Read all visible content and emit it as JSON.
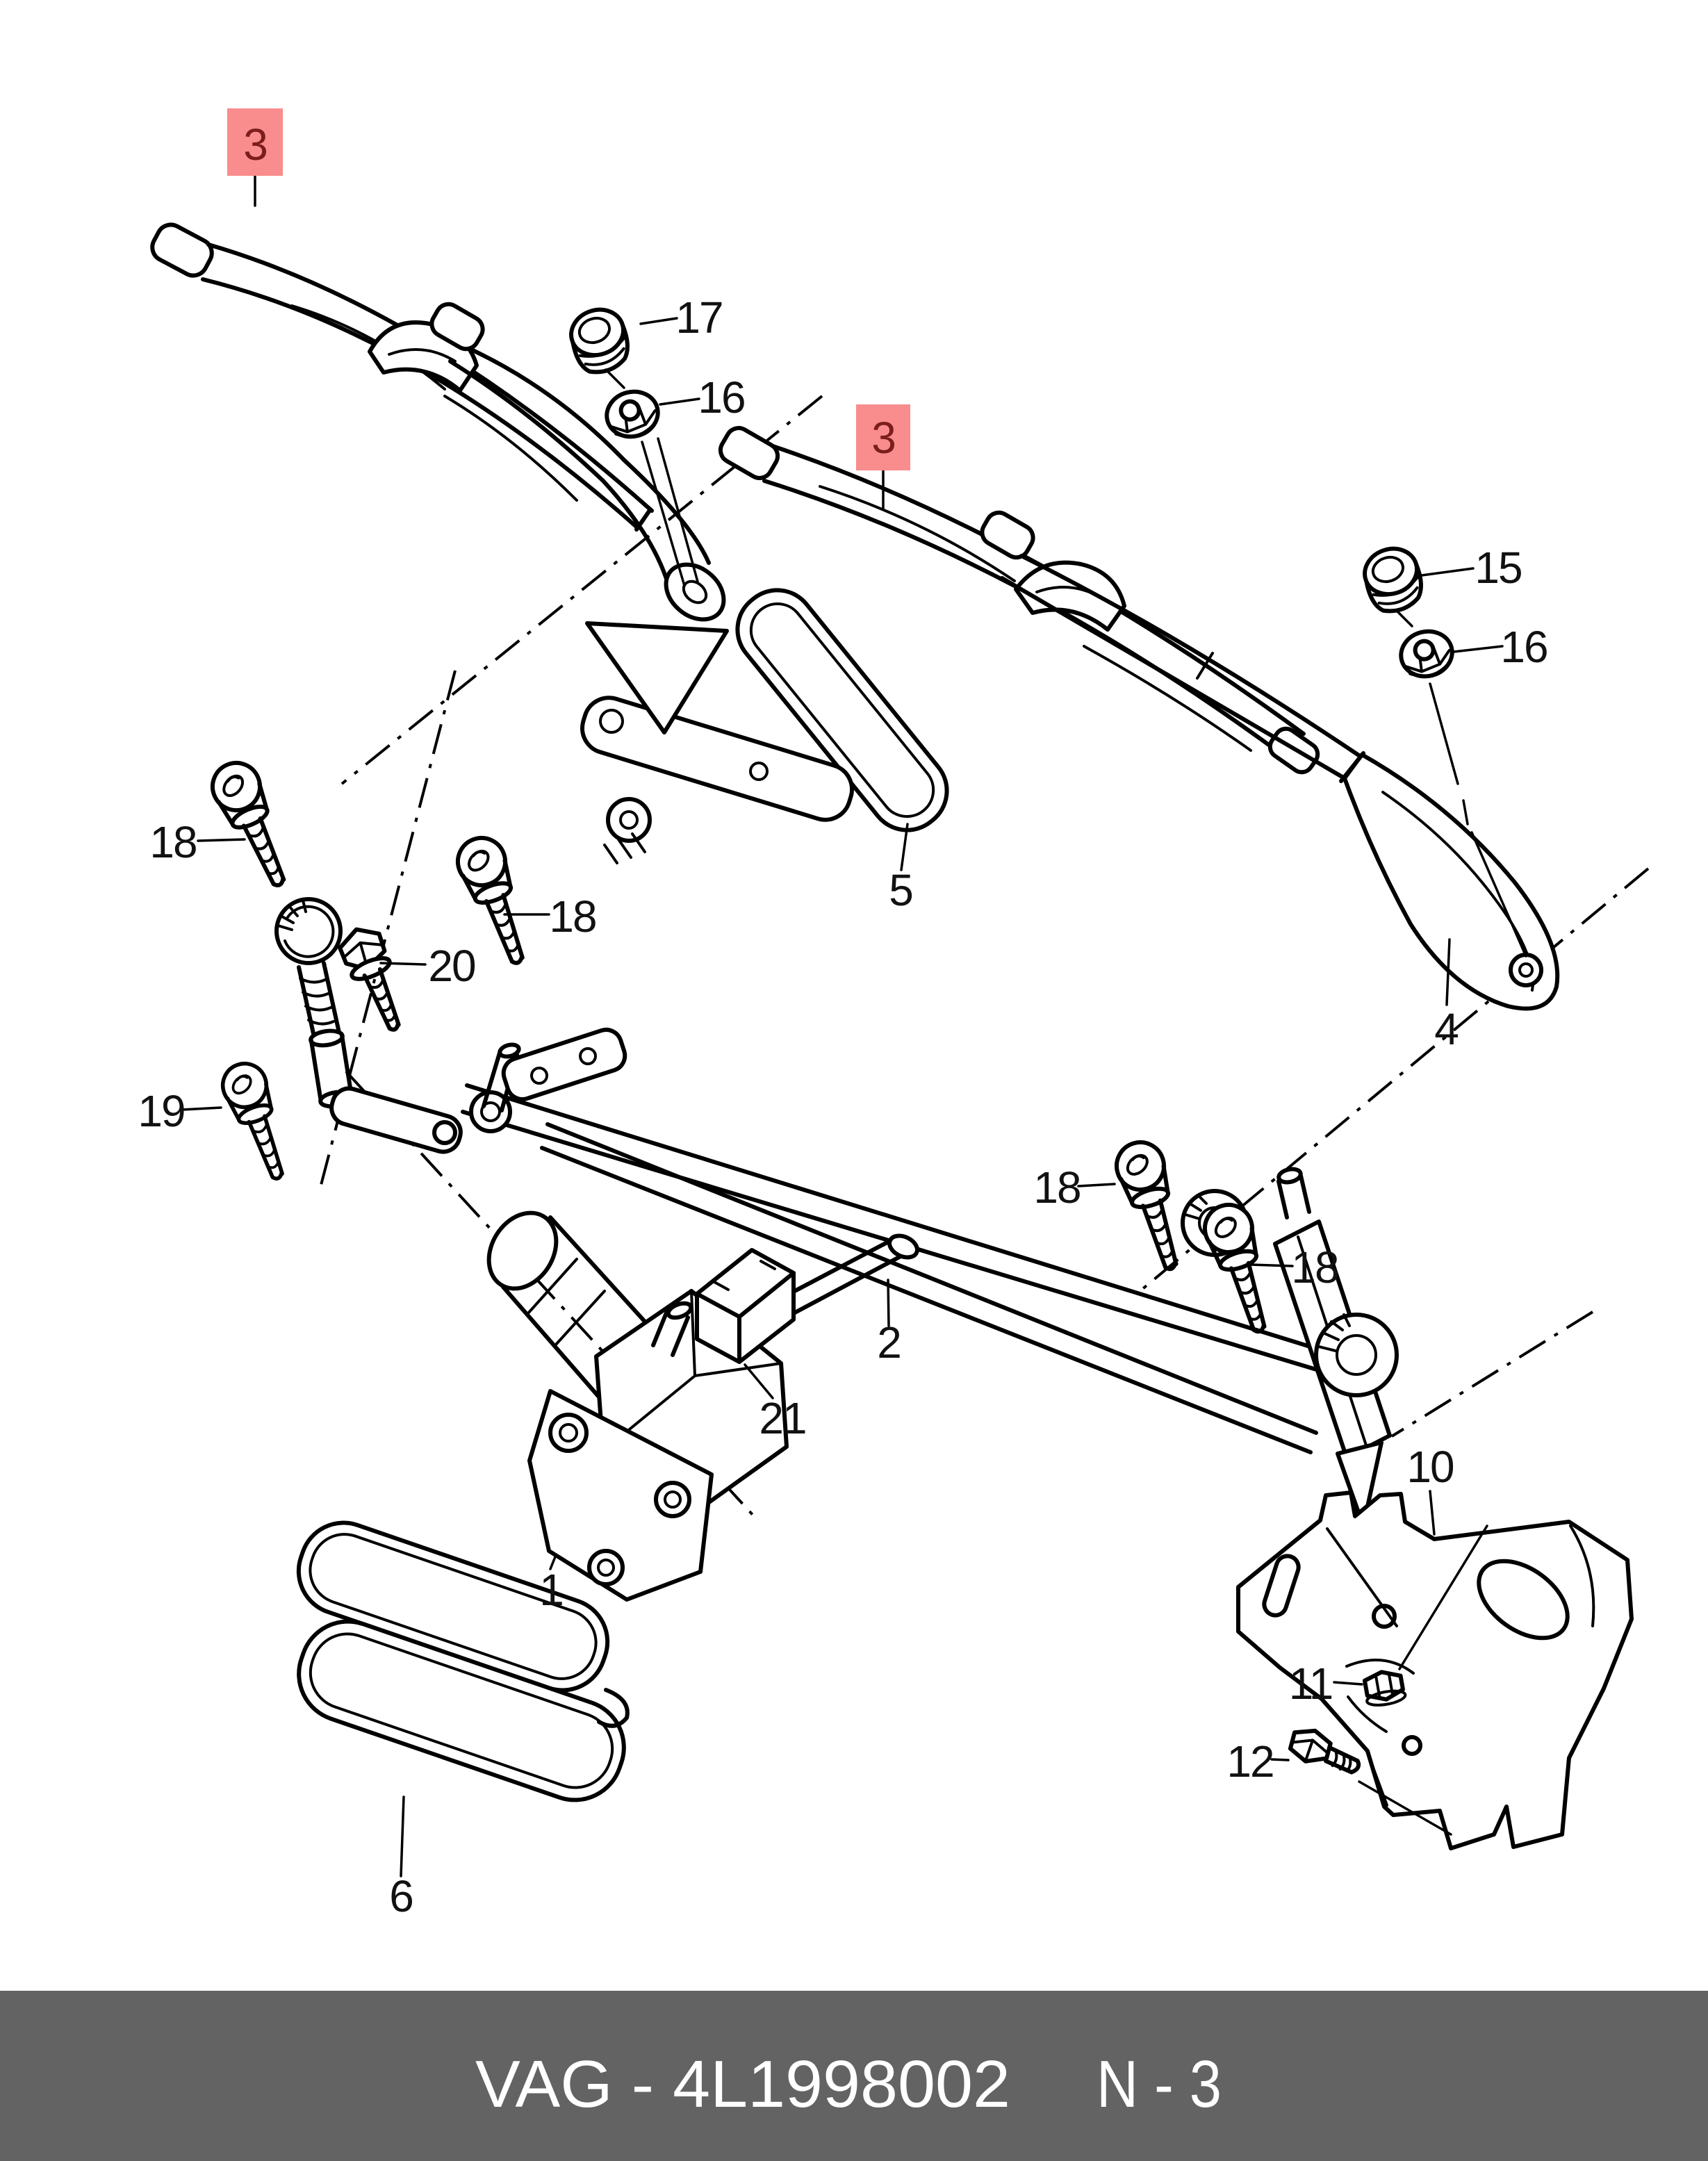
{
  "diagram": {
    "colors": {
      "highlight_box": "#f98c8c",
      "highlight_digit": "#7b1d1d",
      "line": "#000000",
      "background": "#ffffff",
      "footer_bar": "#636363",
      "footer_text": "#ffffff"
    },
    "footer": {
      "catalog_code": "VAG - 4L1998002",
      "page_ref": "N - 3"
    },
    "callouts": [
      {
        "text": "3",
        "highlighted": true
      },
      {
        "text": "3",
        "highlighted": true
      },
      {
        "text": "17",
        "highlighted": false
      },
      {
        "text": "16",
        "highlighted": false
      },
      {
        "text": "15",
        "highlighted": false
      },
      {
        "text": "16",
        "highlighted": false
      },
      {
        "text": "5",
        "highlighted": false
      },
      {
        "text": "4",
        "highlighted": false
      },
      {
        "text": "18",
        "highlighted": false
      },
      {
        "text": "18",
        "highlighted": false
      },
      {
        "text": "20",
        "highlighted": false
      },
      {
        "text": "19",
        "highlighted": false
      },
      {
        "text": "18",
        "highlighted": false
      },
      {
        "text": "18",
        "highlighted": false
      },
      {
        "text": "2",
        "highlighted": false
      },
      {
        "text": "21",
        "highlighted": false
      },
      {
        "text": "1",
        "highlighted": false
      },
      {
        "text": "10",
        "highlighted": false
      },
      {
        "text": "11",
        "highlighted": false
      },
      {
        "text": "12",
        "highlighted": false
      },
      {
        "text": "6",
        "highlighted": false
      }
    ]
  }
}
